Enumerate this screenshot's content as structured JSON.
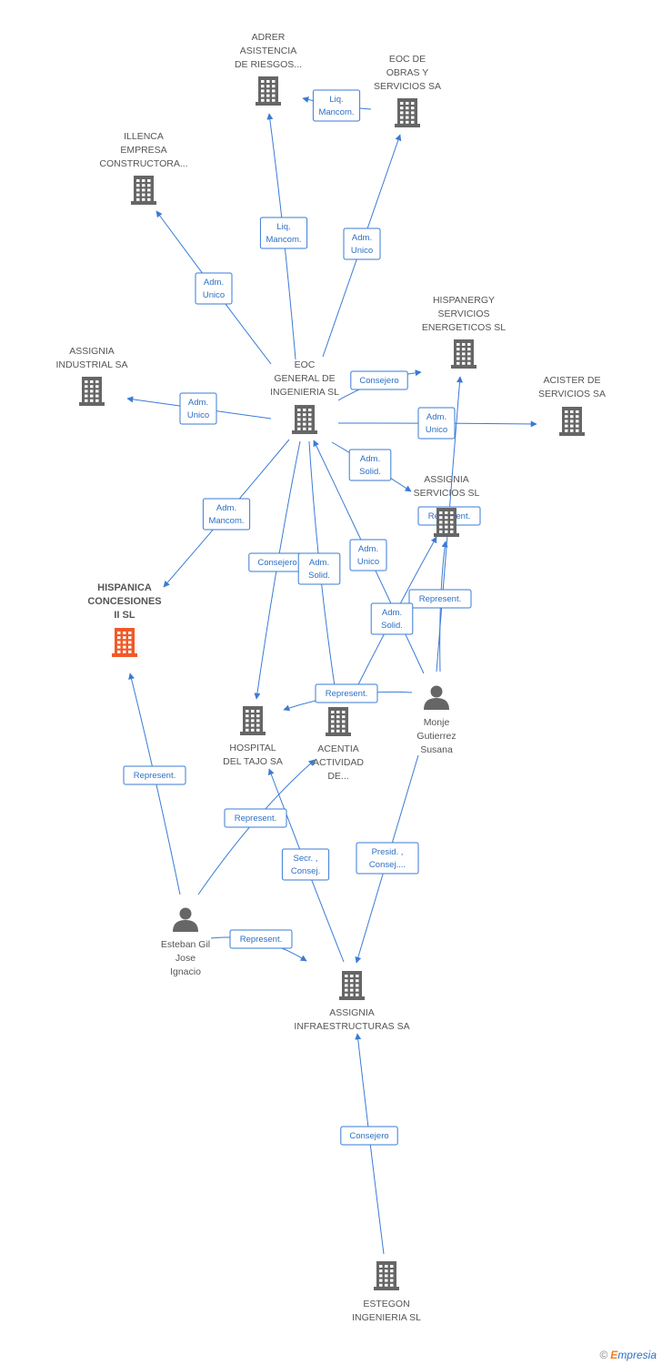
{
  "colors": {
    "edge": "#3a7bd5",
    "building": "#666666",
    "highlight": "#f05a28",
    "person": "#666666"
  },
  "nodes": [
    {
      "id": "adrer",
      "type": "company",
      "label": [
        "ADRER",
        "ASISTENCIA",
        "DE RIESGOS..."
      ]
    },
    {
      "id": "eoc_obras",
      "type": "company",
      "label": [
        "EOC DE",
        "OBRAS Y",
        "SERVICIOS SA"
      ]
    },
    {
      "id": "illenca",
      "type": "company",
      "label": [
        "ILLENCA",
        "EMPRESA",
        "CONSTRUCTORA..."
      ]
    },
    {
      "id": "hispanergy",
      "type": "company",
      "label": [
        "HISPANERGY",
        "SERVICIOS",
        "ENERGETICOS SL"
      ]
    },
    {
      "id": "assignia_ind",
      "type": "company",
      "label": [
        "ASSIGNIA",
        "INDUSTRIAL SA"
      ]
    },
    {
      "id": "eoc_gen",
      "type": "company",
      "label": [
        "EOC",
        "GENERAL DE",
        "INGENIERIA SL"
      ]
    },
    {
      "id": "acister",
      "type": "company",
      "label": [
        "ACISTER DE",
        "SERVICIOS SA"
      ]
    },
    {
      "id": "assignia_serv",
      "type": "company",
      "label": [
        "ASSIGNIA",
        "SERVICIOS  SL"
      ]
    },
    {
      "id": "hispanica",
      "type": "company",
      "highlight": true,
      "label": [
        "HISPANICA",
        "CONCESIONES",
        "II SL"
      ]
    },
    {
      "id": "hospital",
      "type": "company",
      "label": [
        "HOSPITAL",
        "DEL TAJO SA"
      ]
    },
    {
      "id": "acentia",
      "type": "company",
      "label": [
        "ACENTIA",
        "ACTIVIDAD",
        "DE..."
      ]
    },
    {
      "id": "monje",
      "type": "person",
      "label": [
        "Monje",
        "Gutierrez",
        "Susana"
      ]
    },
    {
      "id": "esteban",
      "type": "person",
      "label": [
        "Esteban Gil",
        "Jose",
        "Ignacio"
      ]
    },
    {
      "id": "assignia_infra",
      "type": "company",
      "label": [
        "ASSIGNIA",
        "INFRAESTRUCTURAS SA"
      ]
    },
    {
      "id": "estegon",
      "type": "company",
      "label": [
        "ESTEGON",
        "INGENIERIA SL"
      ]
    }
  ],
  "edges": [
    {
      "from": "eoc_obras",
      "to": "adrer",
      "label": [
        "Liq.",
        "Mancom."
      ]
    },
    {
      "from": "eoc_gen",
      "to": "adrer",
      "label": [
        "Liq.",
        "Mancom."
      ]
    },
    {
      "from": "eoc_gen",
      "to": "eoc_obras",
      "label": [
        "Adm.",
        "Unico"
      ]
    },
    {
      "from": "eoc_gen",
      "to": "illenca",
      "label": [
        "Adm.",
        "Unico"
      ]
    },
    {
      "from": "eoc_gen",
      "to": "hispanergy",
      "label": [
        "Consejero"
      ]
    },
    {
      "from": "eoc_gen",
      "to": "assignia_ind",
      "label": [
        "Adm.",
        "Unico"
      ]
    },
    {
      "from": "eoc_gen",
      "to": "acister",
      "label": [
        "Adm.",
        "Unico"
      ]
    },
    {
      "from": "eoc_gen",
      "to": "assignia_serv",
      "label": [
        "Adm.",
        "Solid."
      ]
    },
    {
      "from": "eoc_gen",
      "to": "hispanica",
      "label": [
        "Adm.",
        "Mancom."
      ]
    },
    {
      "from": "eoc_gen",
      "to": "hospital",
      "label": [
        "Consejero"
      ]
    },
    {
      "from": "eoc_gen",
      "to": "acentia",
      "label": [
        "Adm.",
        "Solid."
      ]
    },
    {
      "from": "monje",
      "to": "eoc_gen",
      "label": [
        "Adm.",
        "Unico"
      ]
    },
    {
      "from": "monje",
      "to": "hispanergy",
      "label": [
        "Represent."
      ]
    },
    {
      "from": "monje",
      "to": "assignia_serv",
      "label": [
        "Represent."
      ]
    },
    {
      "from": "acentia",
      "to": "assignia_serv",
      "label": [
        "Adm.",
        "Solid."
      ]
    },
    {
      "from": "monje",
      "to": "hospital",
      "label": [
        "Represent."
      ]
    },
    {
      "from": "monje",
      "to": "assignia_infra",
      "label": [
        "Presid. ,",
        "Consej...."
      ]
    },
    {
      "from": "esteban",
      "to": "hispanica",
      "label": [
        "Represent."
      ]
    },
    {
      "from": "esteban",
      "to": "acentia",
      "label": [
        "Represent."
      ]
    },
    {
      "from": "assignia_infra",
      "to": "hospital",
      "label": [
        "Secr. ,",
        "Consej."
      ]
    },
    {
      "from": "esteban",
      "to": "assignia_infra",
      "label": [
        "Represent."
      ]
    },
    {
      "from": "estegon",
      "to": "assignia_infra",
      "label": [
        "Consejero"
      ]
    }
  ],
  "footer": {
    "copyright": "©",
    "brand_initial": "E",
    "brand_rest": "mpresia"
  }
}
